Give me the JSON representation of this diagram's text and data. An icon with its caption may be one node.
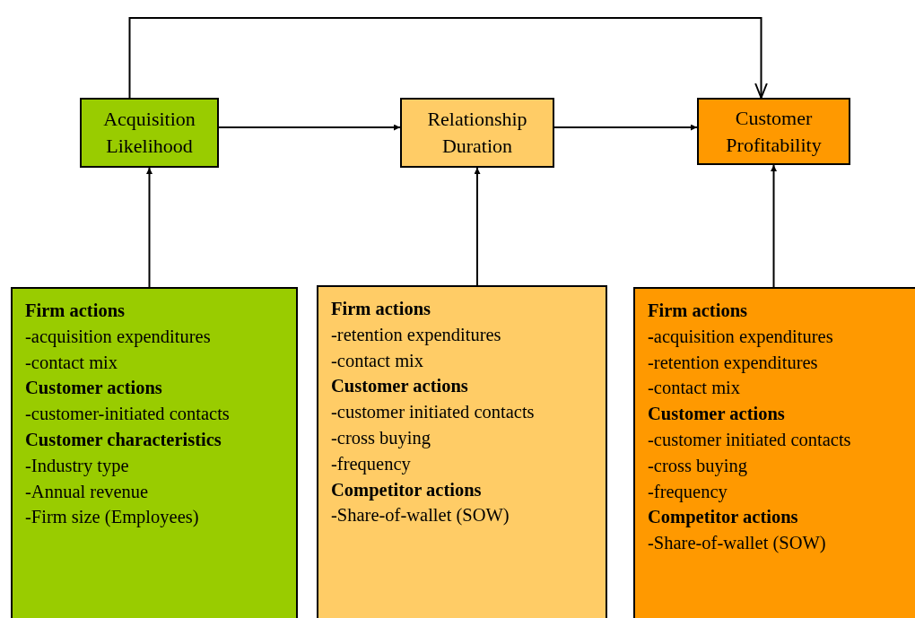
{
  "diagram": {
    "nodes": [
      {
        "text": [
          "Acquisition Likelihood"
        ]
      },
      {
        "text": [
          "Relationship Duration"
        ]
      },
      {
        "text": [
          "Customer Profitability"
        ]
      },
      {
        "text": [
          "Firm actions",
          "-acquisition expenditures",
          "-contact mix",
          "Customer actions",
          "-customer-initiated contacts",
          "Customer characteristics",
          "-Industry type",
          "-Annual revenue",
          "-Firm size (Employees)"
        ]
      },
      {
        "text": [
          "Firm actions",
          "-retention expenditures",
          "-contact mix",
          "Customer actions",
          "-customer initiated contacts",
          "-cross buying",
          "-frequency",
          "Competitor actions",
          "-Share-of-wallet (SOW)"
        ]
      },
      {
        "text": [
          "Firm actions",
          "**-**acquisition expenditures",
          "-retention expenditures",
          "-contact mix",
          "Customer actions",
          "-customer initiated contacts",
          "-cross buying",
          "-frequency",
          "Competitor actions",
          "-Share-of-wallet (SOW)"
        ]
      }
    ],
    "edges": [
      {
        "from": 0,
        "to": 1,
        "arrow": "to"
      },
      {
        "from": 1,
        "to": 2,
        "arrow": "to"
      },
      {
        "from": 0,
        "to": 2,
        "arrow": "to"
      },
      {
        "from": 3,
        "to": 0,
        "arrow": "to"
      },
      {
        "from": 4,
        "to": 1,
        "arrow": "to"
      },
      {
        "from": 5,
        "to": 2,
        "arrow": "to"
      }
    ]
  }
}
